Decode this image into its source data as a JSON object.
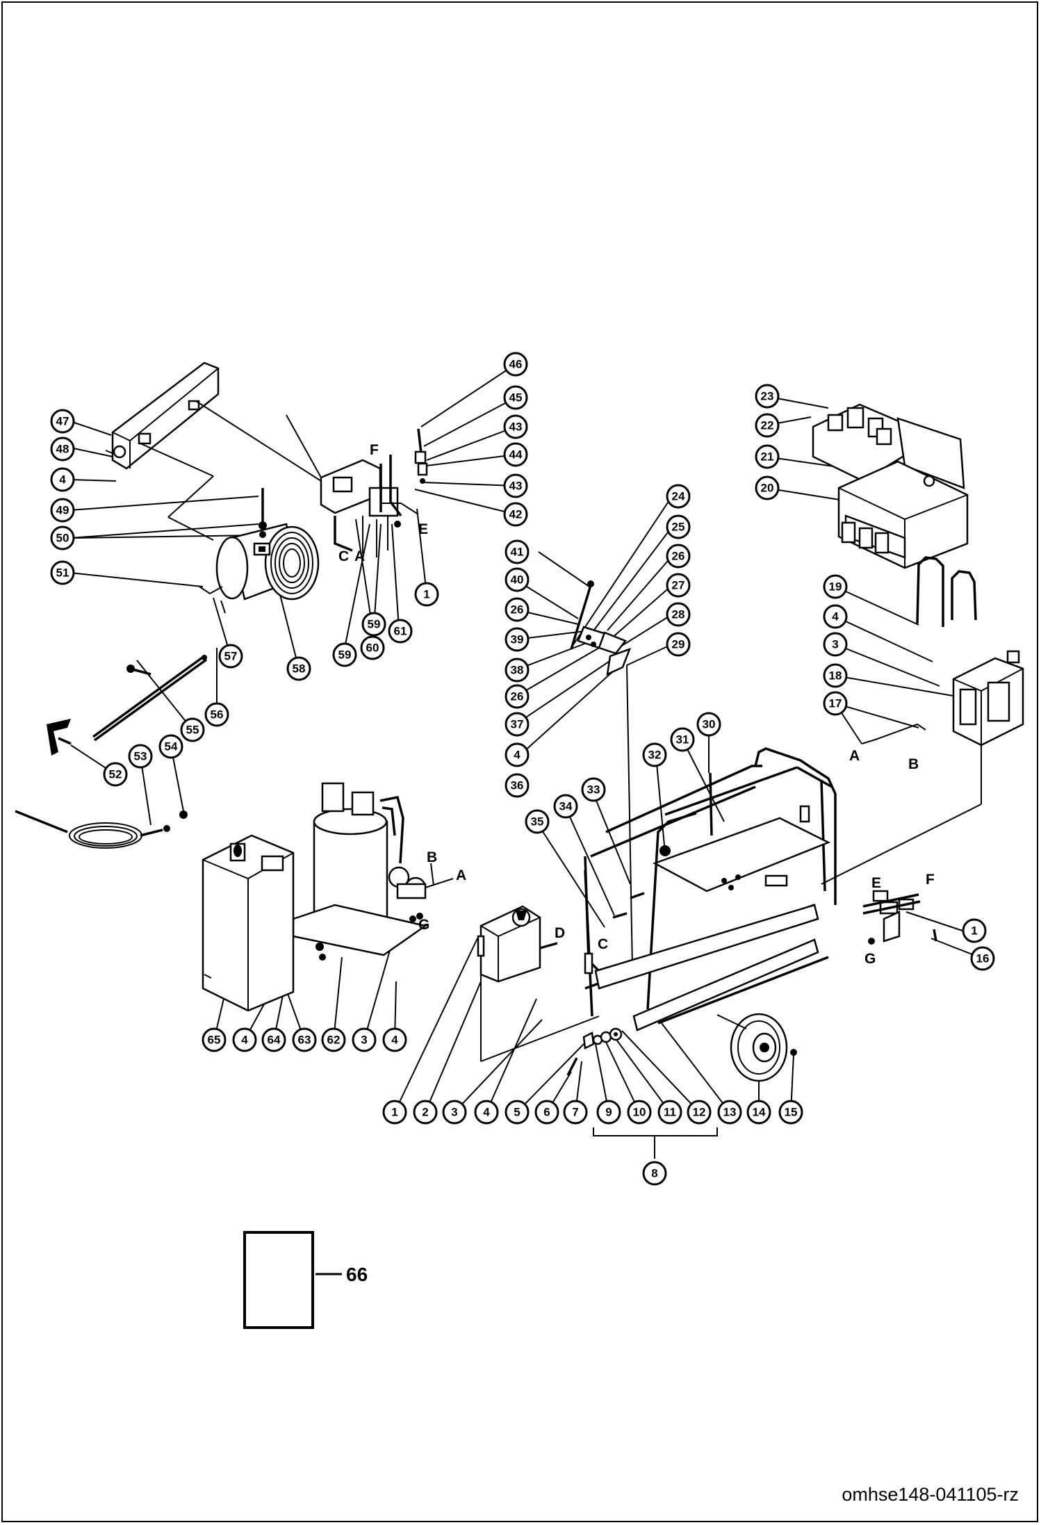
{
  "drawing_id": "omhse148-041105-rz",
  "manual_box_label": "66",
  "connection_letters": [
    "A",
    "B",
    "C",
    "D",
    "E",
    "F",
    "G"
  ],
  "callouts": [
    "1",
    "2",
    "3",
    "4",
    "5",
    "6",
    "7",
    "8",
    "9",
    "10",
    "11",
    "12",
    "13",
    "14",
    "15",
    "16",
    "17",
    "18",
    "19",
    "20",
    "21",
    "22",
    "23",
    "24",
    "25",
    "26",
    "27",
    "28",
    "29",
    "30",
    "31",
    "32",
    "33",
    "34",
    "35",
    "36",
    "37",
    "38",
    "39",
    "40",
    "41",
    "42",
    "43",
    "44",
    "45",
    "46",
    "47",
    "48",
    "49",
    "50",
    "51",
    "52",
    "53",
    "54",
    "55",
    "56",
    "57",
    "58",
    "59",
    "60",
    "61",
    "62",
    "63",
    "64",
    "65"
  ]
}
